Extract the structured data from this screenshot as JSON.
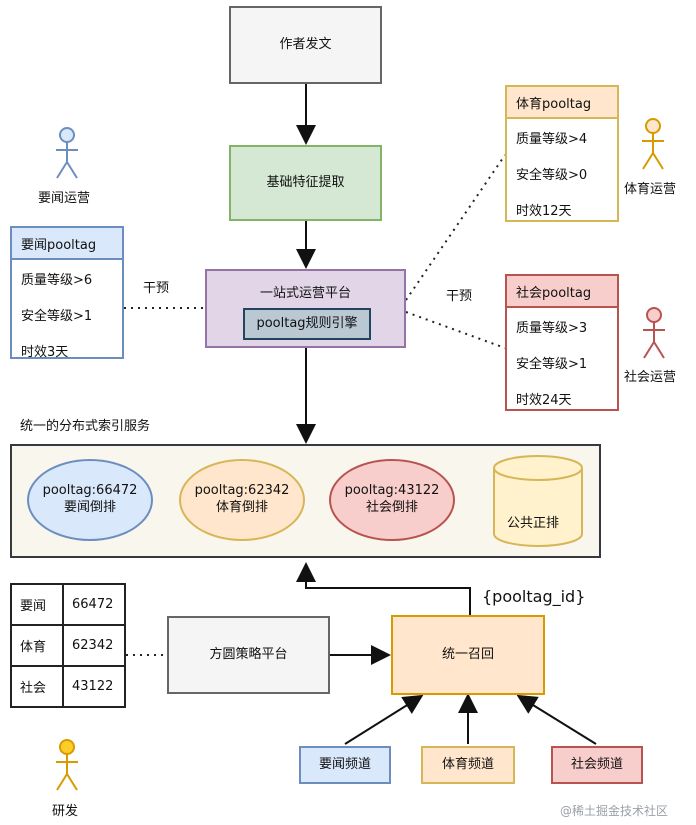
{
  "flow": {
    "author": "作者发文",
    "feature": "基础特征提取",
    "platform": "一站式运营平台",
    "engine": "pooltag规则引擎",
    "index_label": "统一的分布式索引服务",
    "recall": "统一召回",
    "strategy": "方圆策略平台",
    "recall_output": "{pooltag_id}"
  },
  "pooltags": {
    "news": {
      "title": "要闻pooltag",
      "rules": [
        "质量等级>6",
        "安全等级>1",
        "时效3天"
      ],
      "color": "#6c8ebf",
      "fill": "#dae8fc"
    },
    "sports": {
      "title": "体育pooltag",
      "rules": [
        "质量等级>4",
        "安全等级>0",
        "时效12天"
      ],
      "color": "#d6b656",
      "fill": "#ffe6cc"
    },
    "society": {
      "title": "社会pooltag",
      "rules": [
        "质量等级>3",
        "安全等级>1",
        "时效24天"
      ],
      "color": "#b85450",
      "fill": "#f8cecc"
    }
  },
  "intervene": {
    "left": "干预",
    "right": "干预"
  },
  "index": {
    "news": {
      "line1": "pooltag:66472",
      "line2": "要闻倒排"
    },
    "sports": {
      "line1": "pooltag:62342",
      "line2": "体育倒排"
    },
    "society": {
      "line1": "pooltag:43122",
      "line2": "社会倒排"
    },
    "public": "公共正排"
  },
  "id_table": [
    [
      "要闻",
      "66472"
    ],
    [
      "体育",
      "62342"
    ],
    [
      "社会",
      "43122"
    ]
  ],
  "channels": {
    "news": "要闻频道",
    "sports": "体育频道",
    "society": "社会频道"
  },
  "actors": {
    "news_ops": "要闻运营",
    "sports_ops": "体育运营",
    "society_ops": "社会运营",
    "dev": "研发"
  },
  "watermark": "@稀土掘金技术社区"
}
